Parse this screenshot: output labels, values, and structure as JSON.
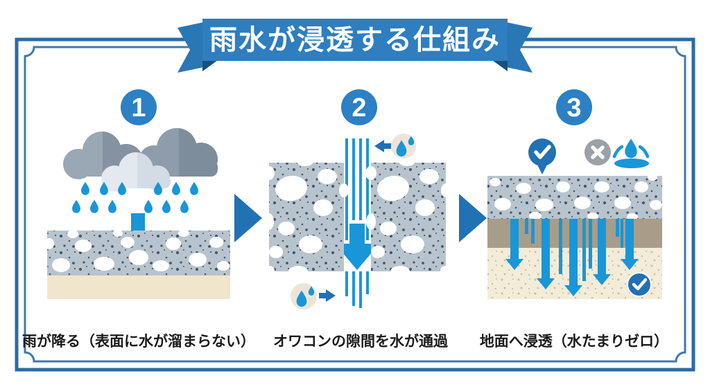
{
  "title": "雨水が浸透する仕組み",
  "steps": [
    {
      "number": "1",
      "caption": "雨が降る（表面に水が溜まらない）"
    },
    {
      "number": "2",
      "caption": "オワコンの隙間を水が通過"
    },
    {
      "number": "3",
      "caption": "地面へ浸透（水たまりゼロ）"
    }
  ],
  "icons": [
    "rain-cloud-icon",
    "rain-drop-icon",
    "down-arrow-icon",
    "water-drops-badge-icon",
    "check-bubble-icon",
    "no-puddle-x-icon",
    "puddle-splash-icon",
    "check-circle-icon",
    "next-step-arrow-icon"
  ],
  "colors": {
    "frame_border": "#2b6ba6",
    "ribbon_band": "#2e7ec0",
    "ribbon_tail": "#2a77b5",
    "ribbon_fold": "#17507e",
    "badge_blue": "#2c80c4",
    "water_blue": "#1996d8",
    "accent_blue": "#2171b5",
    "cloud_gray_dark": "#8e9cab",
    "cloud_gray_light": "#e3e9ef",
    "concrete_gray": "#b8c4cd",
    "speckle_dark": "#44576b",
    "soil_cream": "#f1e6cc",
    "subsoil_taupe": "#a89d88",
    "sand_beige": "#f2ecd9",
    "x_circle_gray": "#9aa1a7"
  }
}
